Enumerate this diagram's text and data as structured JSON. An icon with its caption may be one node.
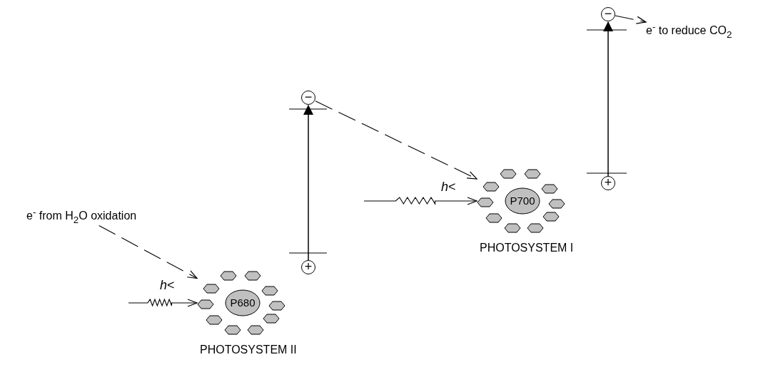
{
  "diagram": {
    "nodes": [
      {
        "text": [
          "e$^{-}$ from H$_{2}$O oxidation"
        ]
      },
      {
        "text": [
          "P680"
        ],
        "beside": [
          "PHOTOSYSTEM II"
        ]
      },
      {
        "text": [
          "+"
        ]
      },
      {
        "text": [
          "−"
        ]
      },
      {
        "text": [
          "P700"
        ],
        "beside": [
          "PHOTOSYSTEM I"
        ]
      },
      {
        "text": [
          "+"
        ]
      },
      {
        "text": [
          "−"
        ]
      },
      {
        "text": [
          "e$^{-}$ to reduce CO$_{2}$"
        ]
      }
    ],
    "edges": [
      {
        "from": 0,
        "to": 1,
        "arrow": "to",
        "style": "dashed"
      },
      {
        "from": 2,
        "to": 3,
        "arrow": "to"
      },
      {
        "from": 3,
        "to": 4,
        "arrow": "to",
        "style": "dashed"
      },
      {
        "from": 5,
        "to": 6,
        "arrow": "to"
      },
      {
        "from": 6,
        "to": 7,
        "arrow": "to",
        "style": "dashed"
      },
      {
        "from": null,
        "to": 1,
        "arrow": "to",
        "label": "*h*<"
      },
      {
        "from": null,
        "to": 4,
        "arrow": "to",
        "label": "*h*<"
      }
    ]
  }
}
